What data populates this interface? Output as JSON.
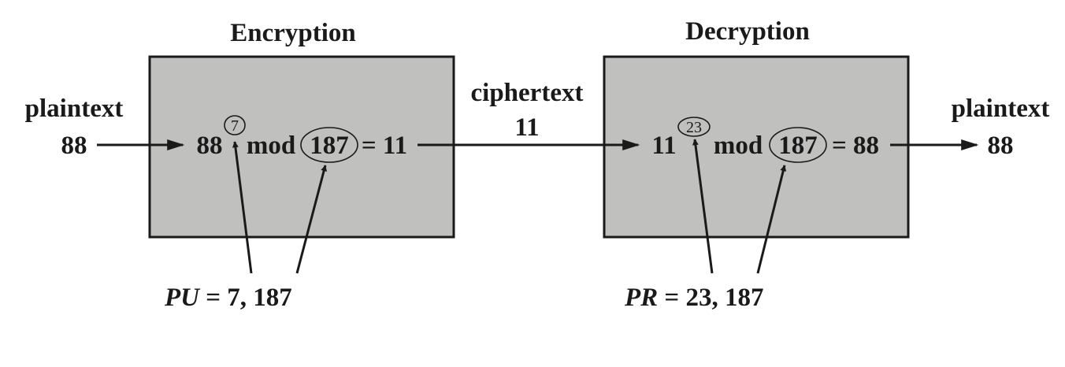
{
  "encryption": {
    "title": "Encryption",
    "base": "88",
    "exponent": "7",
    "mod_word": "mod",
    "modulus": "187",
    "result": "= 11",
    "key_label": "PU",
    "key_value": " = 7, 187"
  },
  "decryption": {
    "title": "Decryption",
    "base": "11",
    "exponent": "23",
    "mod_word": "mod",
    "modulus": "187",
    "result": "= 88",
    "key_label": "PR",
    "key_value": " = 23, 187"
  },
  "input": {
    "label": "plaintext",
    "value": "88"
  },
  "channel": {
    "label": "ciphertext",
    "value": "11"
  },
  "output": {
    "label": "plaintext",
    "value": "88"
  }
}
